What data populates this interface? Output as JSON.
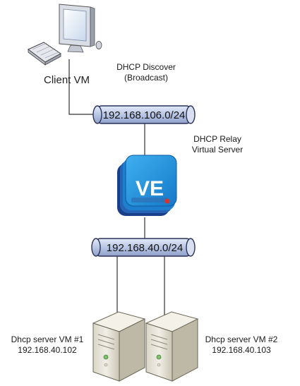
{
  "client": {
    "label": "Client VM"
  },
  "discover": {
    "line1": "DHCP Discover",
    "line2": "(Broadcast)"
  },
  "network_top": {
    "label": "192.168.106.0/24"
  },
  "relay": {
    "line1": "DHCP Relay",
    "line2": "Virtual Server",
    "badge": "VE"
  },
  "network_bottom": {
    "label": "192.168.40.0/24"
  },
  "server1": {
    "line1": "Dhcp server VM #1",
    "line2": "192.168.40.102"
  },
  "server2": {
    "line1": "Dhcp server VM #2",
    "line2": "192.168.40.103"
  },
  "colors": {
    "pipe_fill": "#c9d3ea",
    "pipe_stroke": "#2a3358",
    "ve_blue": "#1e90d6",
    "ve_dark": "#1a3f8a",
    "server_body": "#e8e6dc"
  }
}
